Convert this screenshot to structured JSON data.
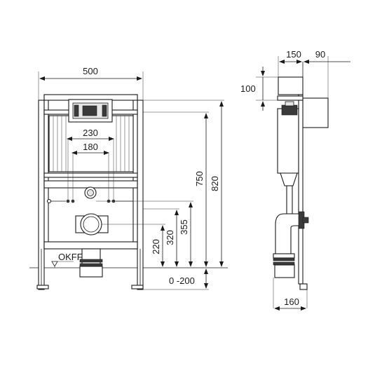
{
  "front_view": {
    "width": "500",
    "inner_230": "230",
    "inner_180": "180",
    "height_750": "750",
    "height_820": "820",
    "height_355": "355",
    "height_320": "320",
    "height_220": "220",
    "adjust": "0 -200",
    "okff": "OKFF"
  },
  "side_view": {
    "depth_150": "150",
    "depth_90": "90",
    "top_100": "100",
    "bottom_160": "160"
  }
}
